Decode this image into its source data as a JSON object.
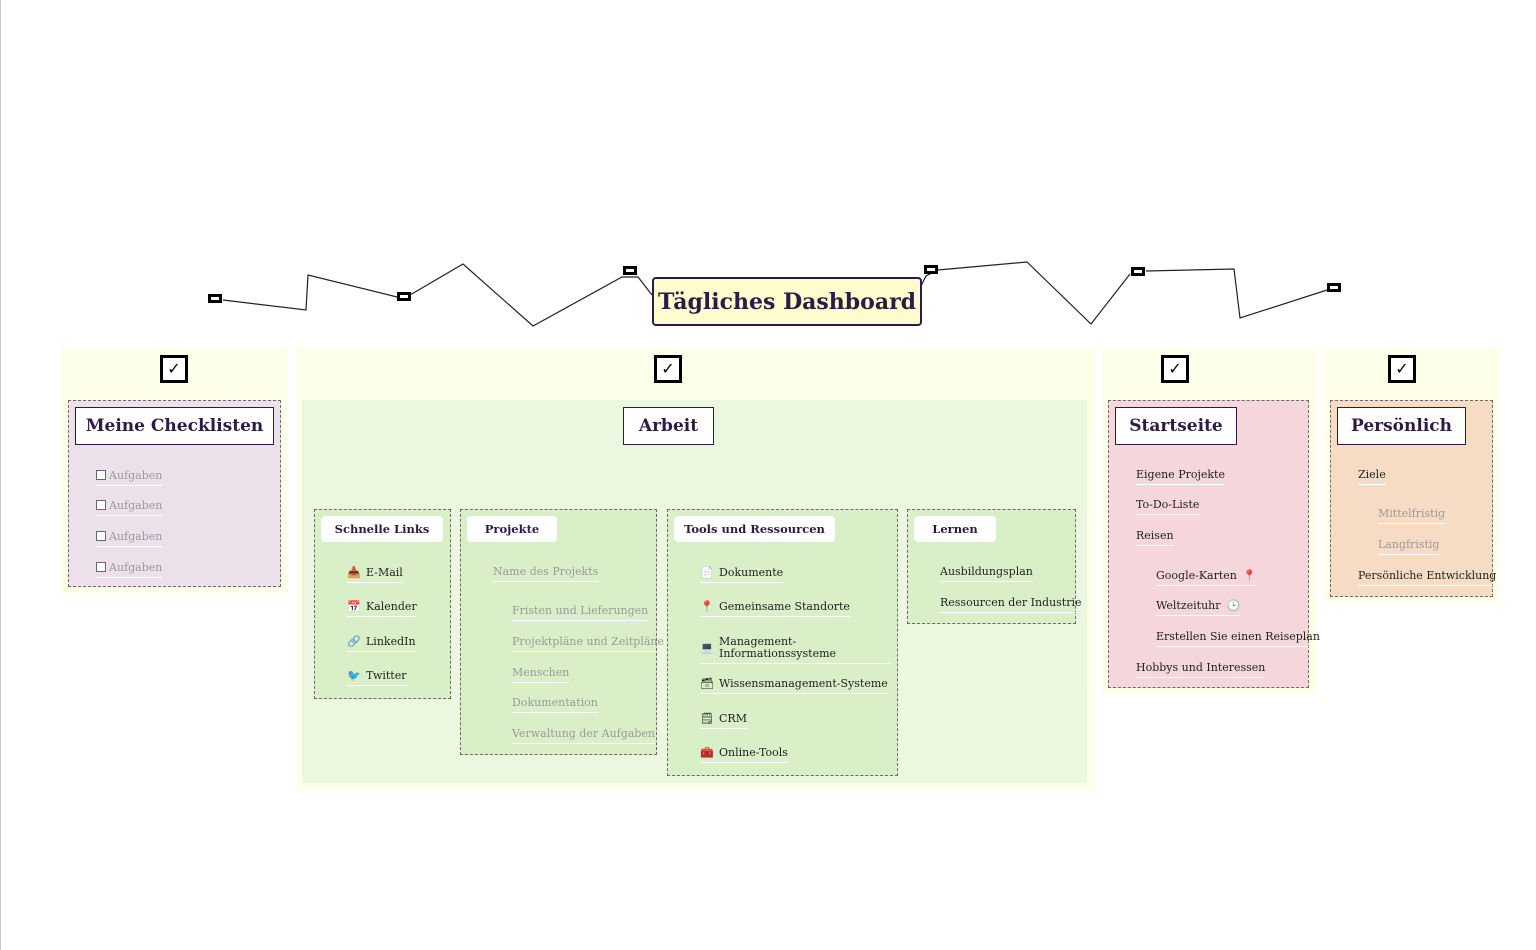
{
  "title": "Tägliches Dashboard",
  "checklisten": {
    "title": "Meine Checklisten",
    "check_mark": "✓",
    "items": [
      "Aufgaben",
      "Aufgaben",
      "Aufgaben",
      "Aufgaben"
    ]
  },
  "arbeit": {
    "title": "Arbeit",
    "check_mark": "✓",
    "schnelle_links": {
      "title": "Schnelle Links",
      "items": [
        {
          "label": "E-Mail",
          "icon": "mail-download-icon",
          "glyph": "📥"
        },
        {
          "label": "Kalender",
          "icon": "calendar-icon",
          "glyph": "📅"
        },
        {
          "label": "LinkedIn",
          "icon": "link-icon",
          "glyph": "🔗"
        },
        {
          "label": "Twitter",
          "icon": "bird-icon",
          "glyph": "🐦"
        }
      ]
    },
    "projekte": {
      "title": "Projekte",
      "project_name": "Name des Projekts",
      "items": [
        "Fristen und Lieferungen",
        "Projektpläne und Zeitpläne",
        "Menschen",
        "Dokumentation",
        "Verwaltung der Aufgaben"
      ]
    },
    "tools": {
      "title": "Tools und Ressourcen",
      "items": [
        {
          "label": "Dokumente",
          "icon": "document-icon",
          "glyph": "📄"
        },
        {
          "label": "Gemeinsame Standorte",
          "icon": "pin-icon",
          "glyph": "📍"
        },
        {
          "label": "Management-",
          "label2": "Informationssysteme",
          "icon": "computer-icon",
          "glyph": "💻"
        },
        {
          "label": "Wissensmanagement-Systeme",
          "icon": "card-box-icon",
          "glyph": "🗃"
        },
        {
          "label": "CRM",
          "icon": "notepad-icon",
          "glyph": "🗒"
        },
        {
          "label": "Online-Tools",
          "icon": "toolbox-icon",
          "glyph": "🧰"
        }
      ]
    },
    "lernen": {
      "title": "Lernen",
      "items": [
        "Ausbildungsplan",
        "Ressourcen der Industrie"
      ]
    }
  },
  "startseite": {
    "title": "Startseite",
    "check_mark": "✓",
    "items": [
      "Eigene Projekte",
      "To-Do-Liste",
      "Reisen"
    ],
    "reisen": [
      {
        "label": "Google-Karten",
        "icon": "map-pin-icon",
        "glyph": "📍"
      },
      {
        "label": "Weltzeituhr",
        "icon": "clock-icon",
        "glyph": "🕒"
      },
      {
        "label": "Erstellen Sie einen Reiseplan"
      }
    ],
    "last": "Hobbys und Interessen"
  },
  "persoenlich": {
    "title": "Persönlich",
    "check_mark": "✓",
    "ziele": "Ziele",
    "ziele_items": [
      "Mittelfristig",
      "Langfristig"
    ],
    "last": "Persönliche Entwicklung"
  },
  "colors": {
    "accent": "#2e1a47",
    "panel_bg": "#fdffe8",
    "checklisten_bg": "#ece0ea",
    "arbeit_bg": "#ecf7e0",
    "arbeit_card_bg": "#d9efc7",
    "startseite_bg": "#f5d6da",
    "persoenlich_bg": "#f6dcc4"
  }
}
